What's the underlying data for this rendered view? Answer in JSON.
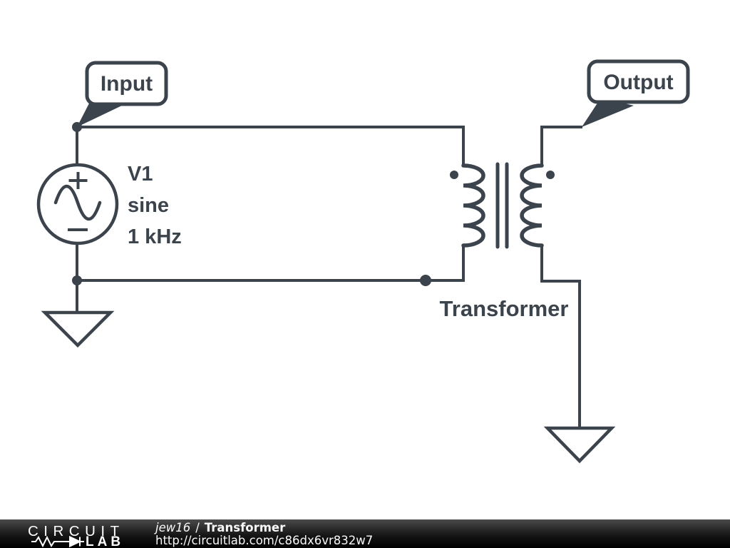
{
  "colors": {
    "stroke": "#3b434c",
    "canvas_background": "#ffffff",
    "footer_background": "#000000",
    "footer_text": "#f8f8f8"
  },
  "flags": {
    "input_label": "Input",
    "output_label": "Output"
  },
  "voltage_source": {
    "name": "V1",
    "waveform": "sine",
    "frequency": "1 kHz",
    "polarity_plus": "+",
    "polarity_minus": "−"
  },
  "transformer": {
    "label": "Transformer"
  },
  "footer": {
    "logo_word_top": "CIRCUIT",
    "logo_word_bottom": "LAB",
    "author": "jew16",
    "separator": "/",
    "title": "Transformer",
    "url": "http://circuitlab.com/c86dx6vr832w7"
  }
}
